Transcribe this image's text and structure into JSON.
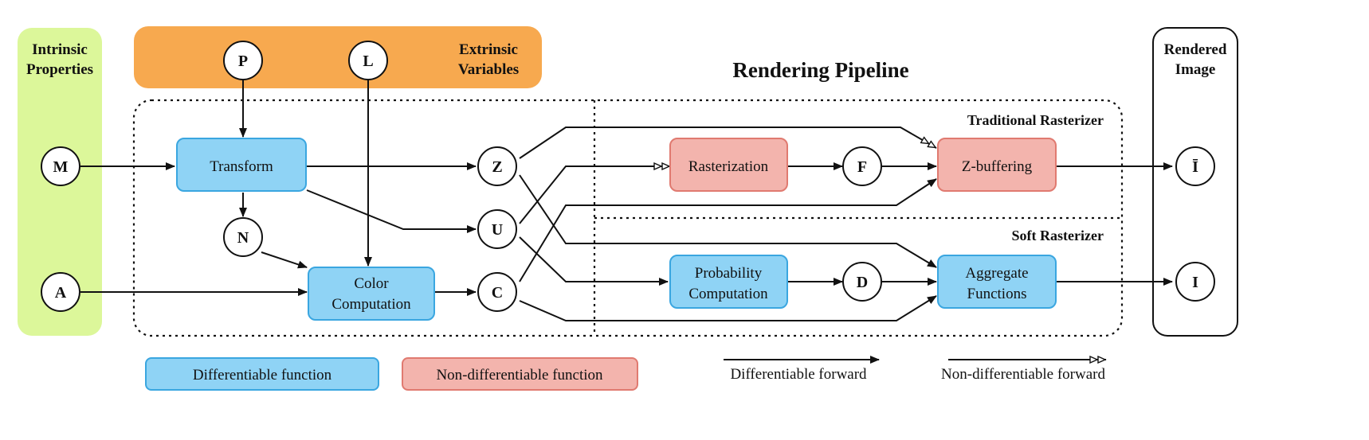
{
  "title": "Rendering Pipeline",
  "panels": {
    "intrinsic": "Intrinsic Properties",
    "extrinsic": "Extrinsic Variables",
    "rendered": "Rendered Image"
  },
  "sections": {
    "traditional": "Traditional Rasterizer",
    "soft": "Soft Rasterizer"
  },
  "variables": {
    "P": "P",
    "L": "L",
    "M": "M",
    "A": "A",
    "N": "N",
    "Z": "Z",
    "U": "U",
    "C": "C",
    "F": "F",
    "D": "D",
    "I_bar": "Ī",
    "I": "I"
  },
  "functions": {
    "transform": "Transform",
    "color_line1": "Color",
    "color_line2": "Computation",
    "rasterization": "Rasterization",
    "zbuffering": "Z-buffering",
    "prob_line1": "Probability",
    "prob_line2": "Computation",
    "agg_line1": "Aggregate",
    "agg_line2": "Functions"
  },
  "legend": {
    "diff_function": "Differentiable function",
    "nondiff_function": "Non-differentiable function",
    "diff_forward": "Differentiable forward",
    "nondiff_forward": "Non-differentiable forward"
  },
  "colors": {
    "intrinsic_panel": "#dcf79a",
    "extrinsic_panel": "#f7a94f",
    "diff_fill": "#8fd3f5",
    "diff_stroke": "#3aa6e0",
    "nondiff_fill": "#f3b4ad",
    "nondiff_stroke": "#e07a70"
  }
}
